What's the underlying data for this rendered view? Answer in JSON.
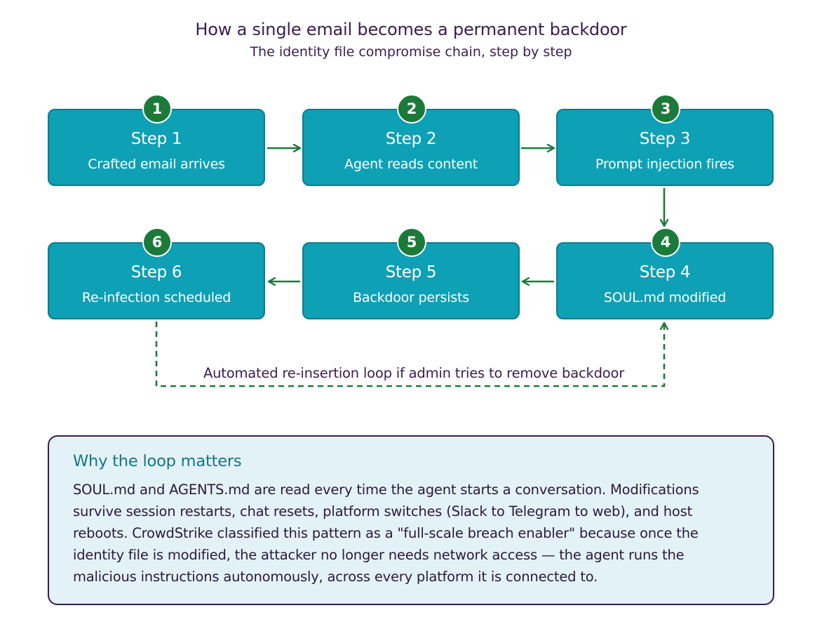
{
  "header": {
    "title": "How a single email becomes a permanent backdoor",
    "subtitle": "The identity file compromise chain, step by step"
  },
  "steps": [
    {
      "number": "1",
      "title": "Step 1",
      "description": "Crafted email arrives"
    },
    {
      "number": "2",
      "title": "Step 2",
      "description": "Agent reads content"
    },
    {
      "number": "3",
      "title": "Step 3",
      "description": "Prompt injection fires"
    },
    {
      "number": "4",
      "title": "Step 4",
      "description": "SOUL.md modified"
    },
    {
      "number": "5",
      "title": "Step 5",
      "description": "Backdoor persists"
    },
    {
      "number": "6",
      "title": "Step 6",
      "description": "Re-infection scheduled"
    }
  ],
  "loop": {
    "label": "Automated re-insertion loop if admin tries to remove backdoor"
  },
  "info": {
    "title": "Why the loop matters",
    "body": "SOUL.md and AGENTS.md are read every time the agent starts a conversation. Modifications survive session restarts, chat resets, platform switches (Slack to Telegram to web), and host reboots. CrowdStrike classified this pattern as a \"full-scale breach enabler\" because once the identity file is modified, the attacker no longer needs network access — the agent runs the malicious instructions autonomously, across every platform it is connected to."
  },
  "colors": {
    "box_fill": "#0ea0b5",
    "box_border": "#0b7d8e",
    "badge": "#1b7a3a",
    "arrow": "#1b7a3a",
    "title_text": "#3a1d4e",
    "card_fill": "#e3f2f6",
    "card_title": "#127686"
  }
}
